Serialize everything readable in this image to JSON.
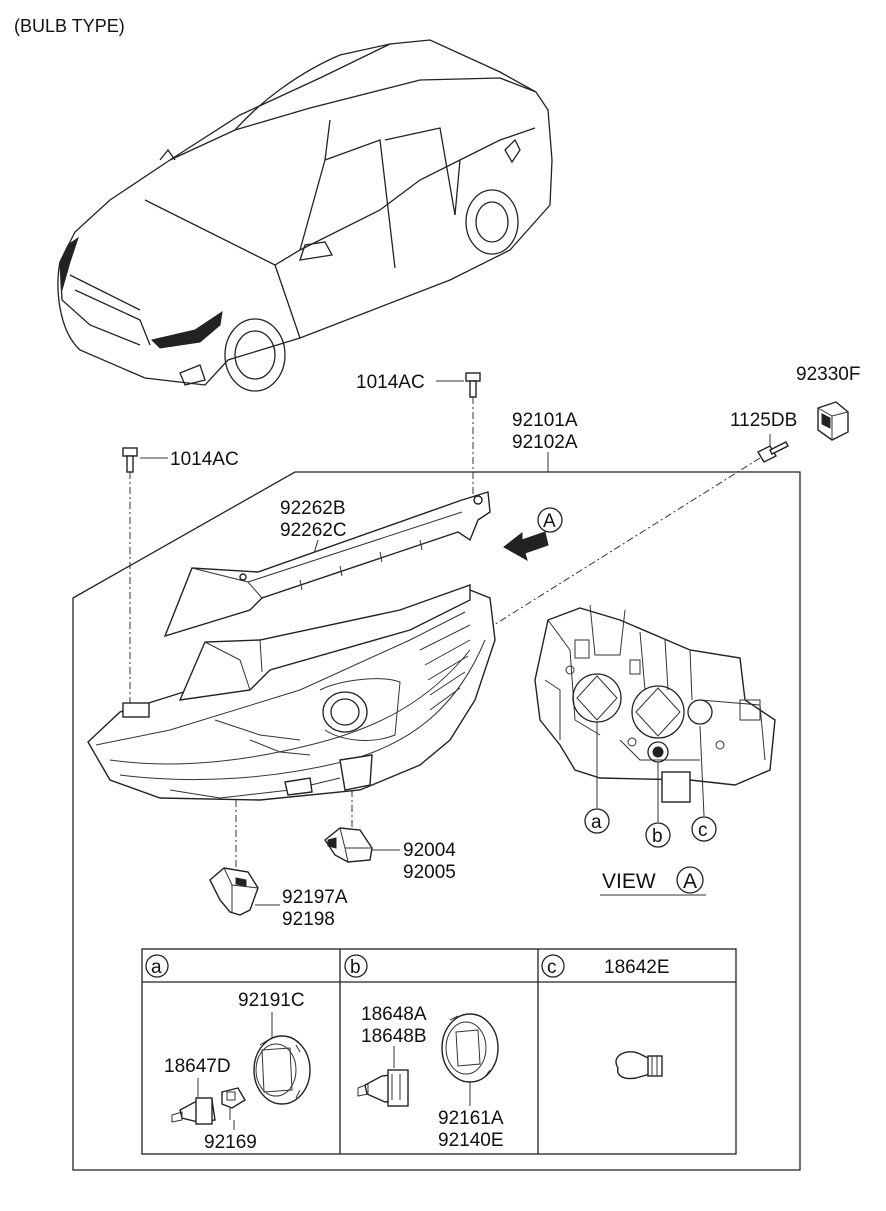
{
  "title": "(BULB TYPE)",
  "view_label": "VIEW",
  "view_letter": "A",
  "parts": {
    "p1014ac_top": "1014AC",
    "p1014ac_left": "1014AC",
    "p92330f": "92330F",
    "p1125db": "1125DB",
    "p92101a": "92101A",
    "p92102a": "92102A",
    "p92262b": "92262B",
    "p92262c": "92262C",
    "p92004": "92004",
    "p92005": "92005",
    "p92197a": "92197A",
    "p92198": "92198"
  },
  "callouts": {
    "a": "a",
    "b": "b",
    "c": "c",
    "arrow_a": "A"
  },
  "table": {
    "col_a": {
      "key": "a",
      "parts": [
        "92191C",
        "18647D",
        "92169"
      ]
    },
    "col_b": {
      "key": "b",
      "parts": [
        "18648A",
        "18648B",
        "92161A",
        "92140E"
      ]
    },
    "col_c": {
      "key": "c",
      "header_part": "18642E"
    }
  }
}
